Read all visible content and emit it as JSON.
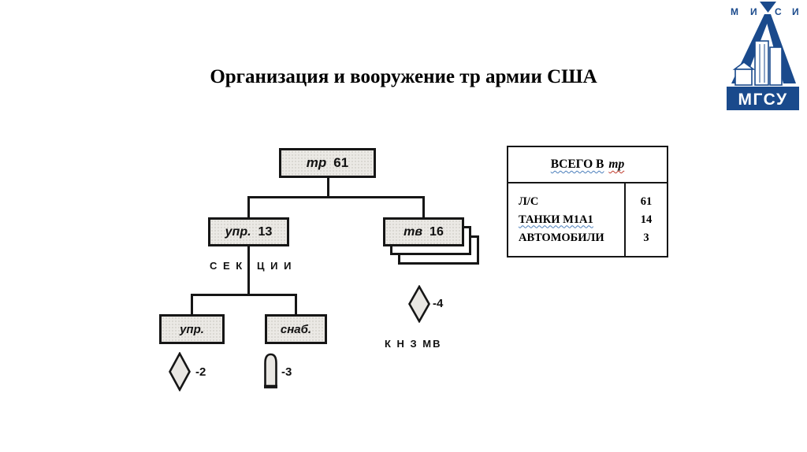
{
  "slide": {
    "title": "Организация и вооружение тр армии США"
  },
  "logo": {
    "letters": [
      "М",
      "И",
      "С",
      "И"
    ],
    "name": "МГСУ",
    "blue": "#1a4a8c"
  },
  "chart": {
    "root_label": "тр",
    "root_value": "61",
    "upr13_label": "упр.",
    "upr13_value": "13",
    "tv_label": "тв",
    "tv_value": "16",
    "sections_left": "С Е К",
    "sections_right": "Ц И И",
    "upr_label": "упр.",
    "snab_label": "снаб.",
    "diamond2_label": "-2",
    "bullet3_label": "-3",
    "diamond4_label": "-4",
    "platoons_caption": "К Н З МВ"
  },
  "table": {
    "header_text": "ВСЕГО В",
    "header_italic": "тр",
    "rows": [
      {
        "name": "Л/С",
        "value": "61"
      },
      {
        "name": "ТАНКИ М1А1",
        "value": "14"
      },
      {
        "name": "АВТОМОБИЛИ",
        "value": "3"
      }
    ]
  },
  "colors": {
    "squiggle_blue": "#4a7ebb",
    "squiggle_red": "#c0392b"
  }
}
